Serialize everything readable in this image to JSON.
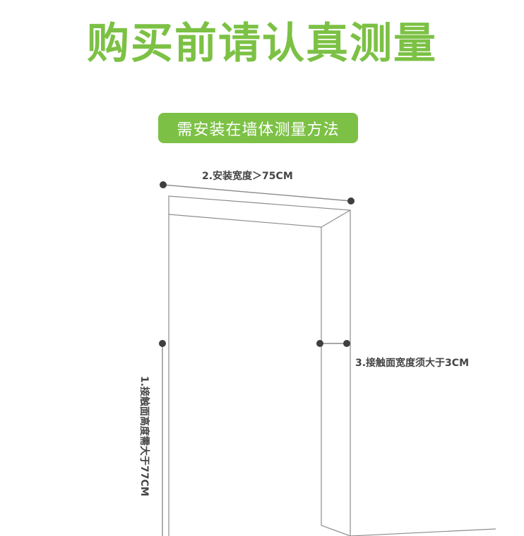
{
  "page": {
    "title": "购买前请认真测量",
    "subtitle_badge": "需安装在墙体测量方法"
  },
  "diagram": {
    "labels": {
      "width": "2.安装宽度＞75CM",
      "contact_width": "3.接触面宽度须大于3CM",
      "contact_height": "1.接触面高度需大于77CM"
    }
  },
  "colors": {
    "accent": "#7cc145",
    "line": "#8c8c8c",
    "dot": "#3f3f3f",
    "label_text": "#444444"
  }
}
